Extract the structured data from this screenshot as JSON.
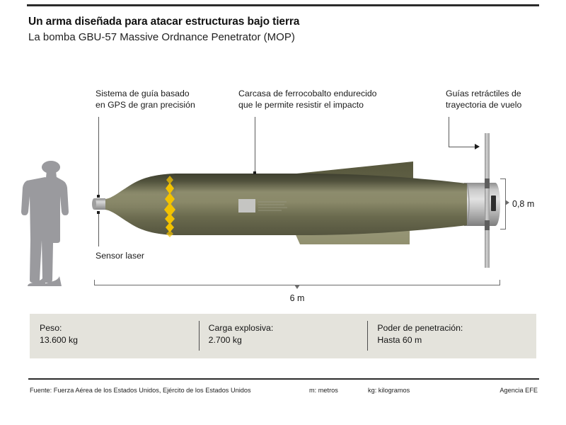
{
  "headline": "Un arma diseñada para atacar estructuras bajo tierra",
  "subhead": "La bomba GBU-57 Massive Ordnance Penetrator (MOP)",
  "annotations": {
    "gps": {
      "line1": "Sistema de guía basado",
      "line2": "en GPS de gran precisión"
    },
    "case": {
      "line1": "Carcasa de ferrocobalto endurecido",
      "line2": "que le permite resistir el impacto"
    },
    "guides": {
      "line1": "Guías retráctiles de",
      "line2": "trayectoria de vuelo"
    },
    "laser": {
      "line1": "Sensor laser"
    }
  },
  "dimensions": {
    "height": "0,8 m",
    "length": "6 m"
  },
  "specs": [
    {
      "label": "Peso:",
      "value": "13.600 kg"
    },
    {
      "label": "Carga explosiva:",
      "value": "2.700 kg"
    },
    {
      "label": "Poder de penetración:",
      "value": "Hasta 60 m"
    }
  ],
  "footer": {
    "source": "Fuente: Fuerza Aérea de los Estados Unidos, Ejército de los Estados Unidos",
    "unit_m": "m: metros",
    "unit_kg": "kg: kilogramos",
    "agency": "Agencia EFE"
  },
  "colors": {
    "body_dark_olive": "#4a4a33",
    "body_light_olive": "#8f8d6e",
    "body_mid_olive": "#5d5d45",
    "fin_upper": "#5c5c42",
    "fin_lower": "#9b9a7c",
    "metal_grey": "#b9b9b9",
    "marking_yellow": "#f2c200",
    "silhouette_grey": "#9a9a9e",
    "spec_box_bg": "#e4e3dc",
    "rule_dark": "#2b2b2b"
  }
}
